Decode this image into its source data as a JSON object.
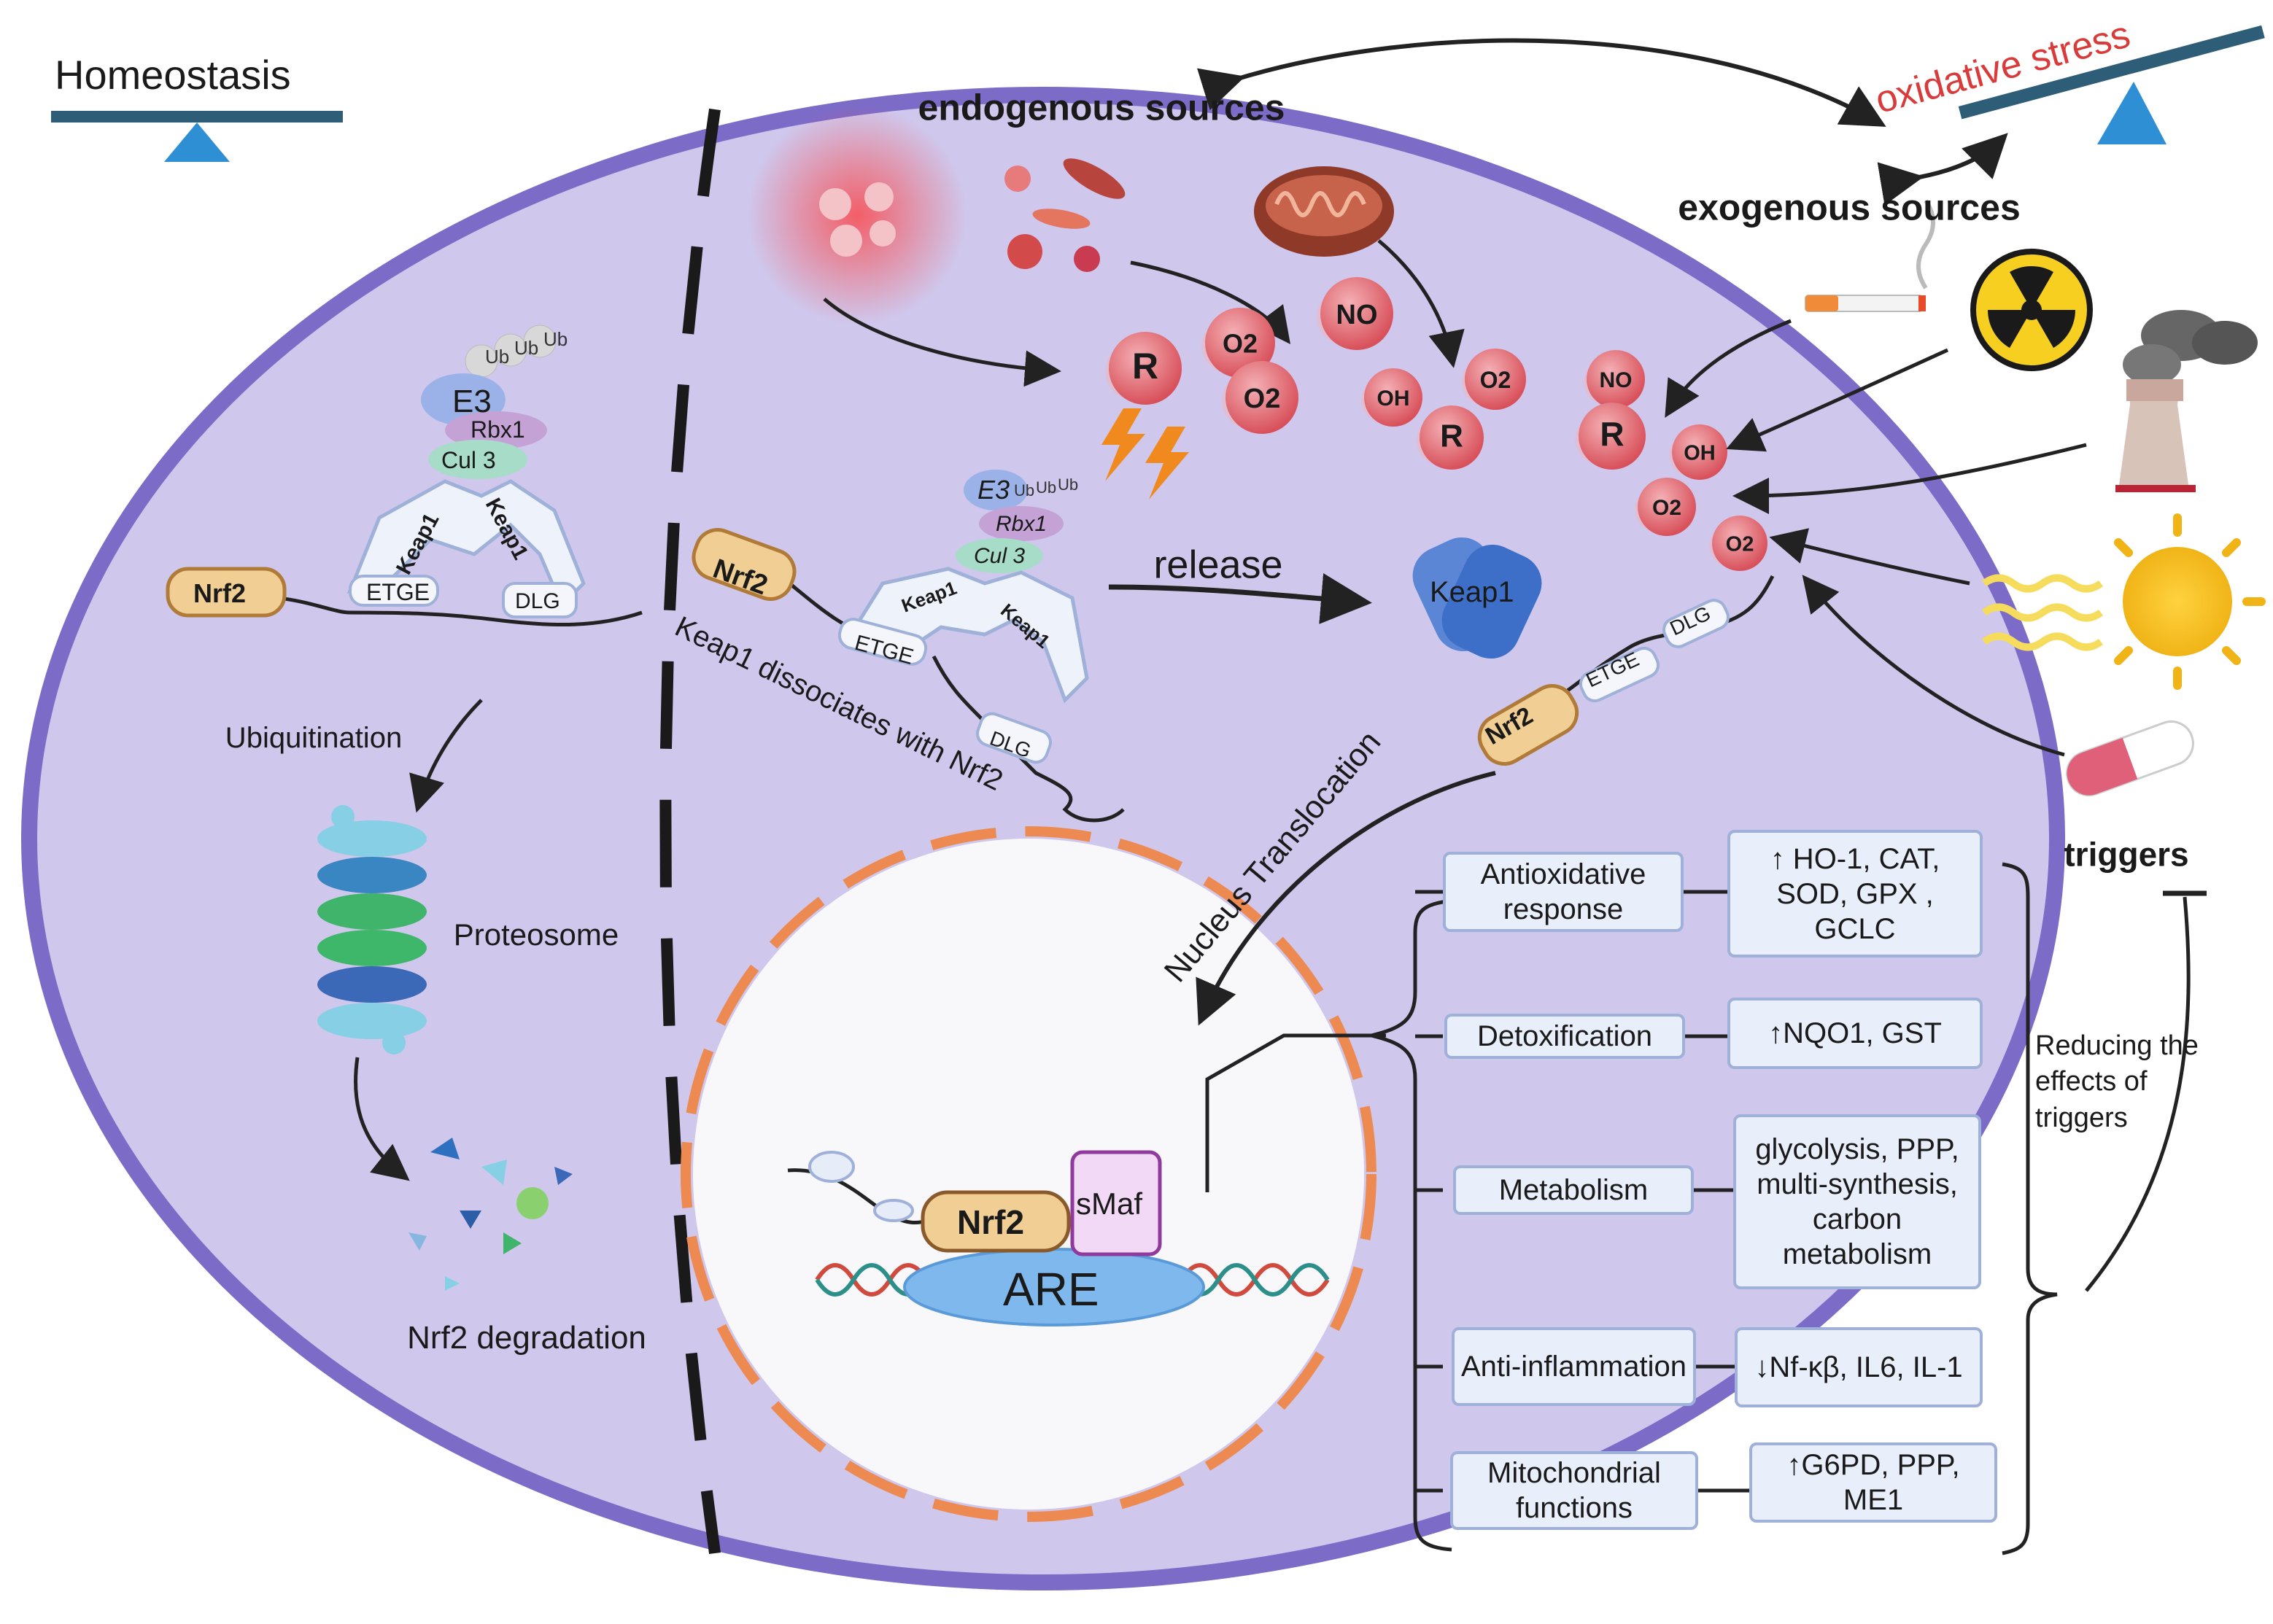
{
  "labels": {
    "homeostasis": "Homeostasis",
    "oxidative_stress": "oxidative stress",
    "endogenous": "endogenous sources",
    "exogenous": "exogenous sources",
    "triggers": "triggers",
    "reducing": "Reducing the effects of triggers",
    "release": "release",
    "ubiquitination": "Ubiquitination",
    "proteosome": "Proteosome",
    "nrf2_degradation": "Nrf2 degradation",
    "keap1_dissociates": "Keap1 dissociates with Nrf2",
    "nucleus_translocation": "Nucleus Translocation"
  },
  "complex_left": {
    "e3": "E3",
    "ub": "Ub",
    "rbx1": "Rbx1",
    "cul3": "Cul 3",
    "keap1": "Keap1",
    "nrf2": "Nrf2",
    "etge": "ETGE",
    "dlg": "DLG"
  },
  "complex_mid": {
    "e3": "E3",
    "ub": "Ub",
    "rbx1": "Rbx1",
    "cul3": "Cul 3",
    "keap1": "Keap1",
    "nrf2": "Nrf2",
    "etge": "ETGE",
    "dlg": "DLG",
    "free_keap1": "Keap1"
  },
  "translocating": {
    "nrf2": "Nrf2",
    "etge": "ETGE",
    "dlg": "DLG"
  },
  "nucleus": {
    "nrf2": "Nrf2",
    "smaf": "sMaf",
    "are": "ARE"
  },
  "radicals": [
    "R",
    "O2",
    "O2",
    "NO",
    "OH",
    "O2",
    "R",
    "NO",
    "R",
    "OH",
    "O2",
    "O2"
  ],
  "responses": [
    {
      "category": "Antioxidative response",
      "effect": "↑ HO-1, CAT, SOD, GPX , GCLC"
    },
    {
      "category": "Detoxification",
      "effect": "↑NQO1, GST"
    },
    {
      "category": "Metabolism",
      "effect": "glycolysis, PPP, multi-synthesis, carbon metabolism"
    },
    {
      "category": "Anti-inflammation",
      "effect": "↓Nf-κβ, IL6, IL-1"
    },
    {
      "category": "Mitochondrial functions",
      "effect": "↑G6PD, PPP, ME1"
    }
  ],
  "icons": [
    "balance-scale-icon",
    "inflammation-cells-icon",
    "pathogens-icon",
    "mitochondria-icon",
    "cigarette-icon",
    "radiation-icon",
    "factory-icon",
    "sun-icon",
    "pill-icon",
    "proteasome-icon",
    "dna-icon",
    "lightning-icon"
  ],
  "colors": {
    "cell_fill": "#cfc7ec",
    "cell_border": "#7d6bc8",
    "radical": "#e0555f",
    "nrf2": "#f1cf94",
    "keap1": "#eef2fb",
    "oxidative_stress": "#d93a3a",
    "scale": "#2e5d78",
    "scale_base": "#2f8fd4"
  }
}
